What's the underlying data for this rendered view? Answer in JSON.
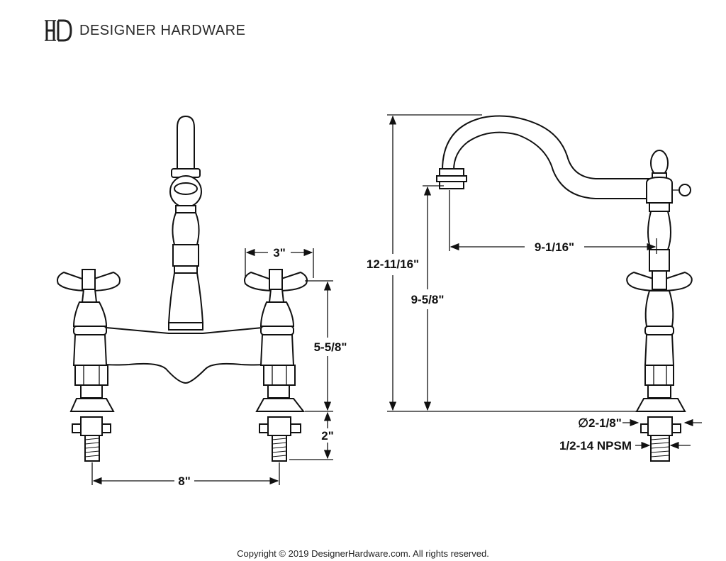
{
  "brand": {
    "name": "DESIGNER HARDWARE",
    "logo_icon": "hd-monogram-icon"
  },
  "front_view": {
    "dims": {
      "handle_spacing": "3\"",
      "body_height": "5-5/8\"",
      "shank_length": "2\"",
      "center_spacing": "8\""
    }
  },
  "side_view": {
    "dims": {
      "overall_height": "12-11/16\"",
      "spout_height": "9-5/8\"",
      "spout_reach": "9-1/16\"",
      "base_diameter": "∅2-1/8\"",
      "thread": "1/2-14 NPSM"
    }
  },
  "footer": {
    "copyright": "Copyright © 2019 DesignerHardware.com. All rights reserved."
  }
}
